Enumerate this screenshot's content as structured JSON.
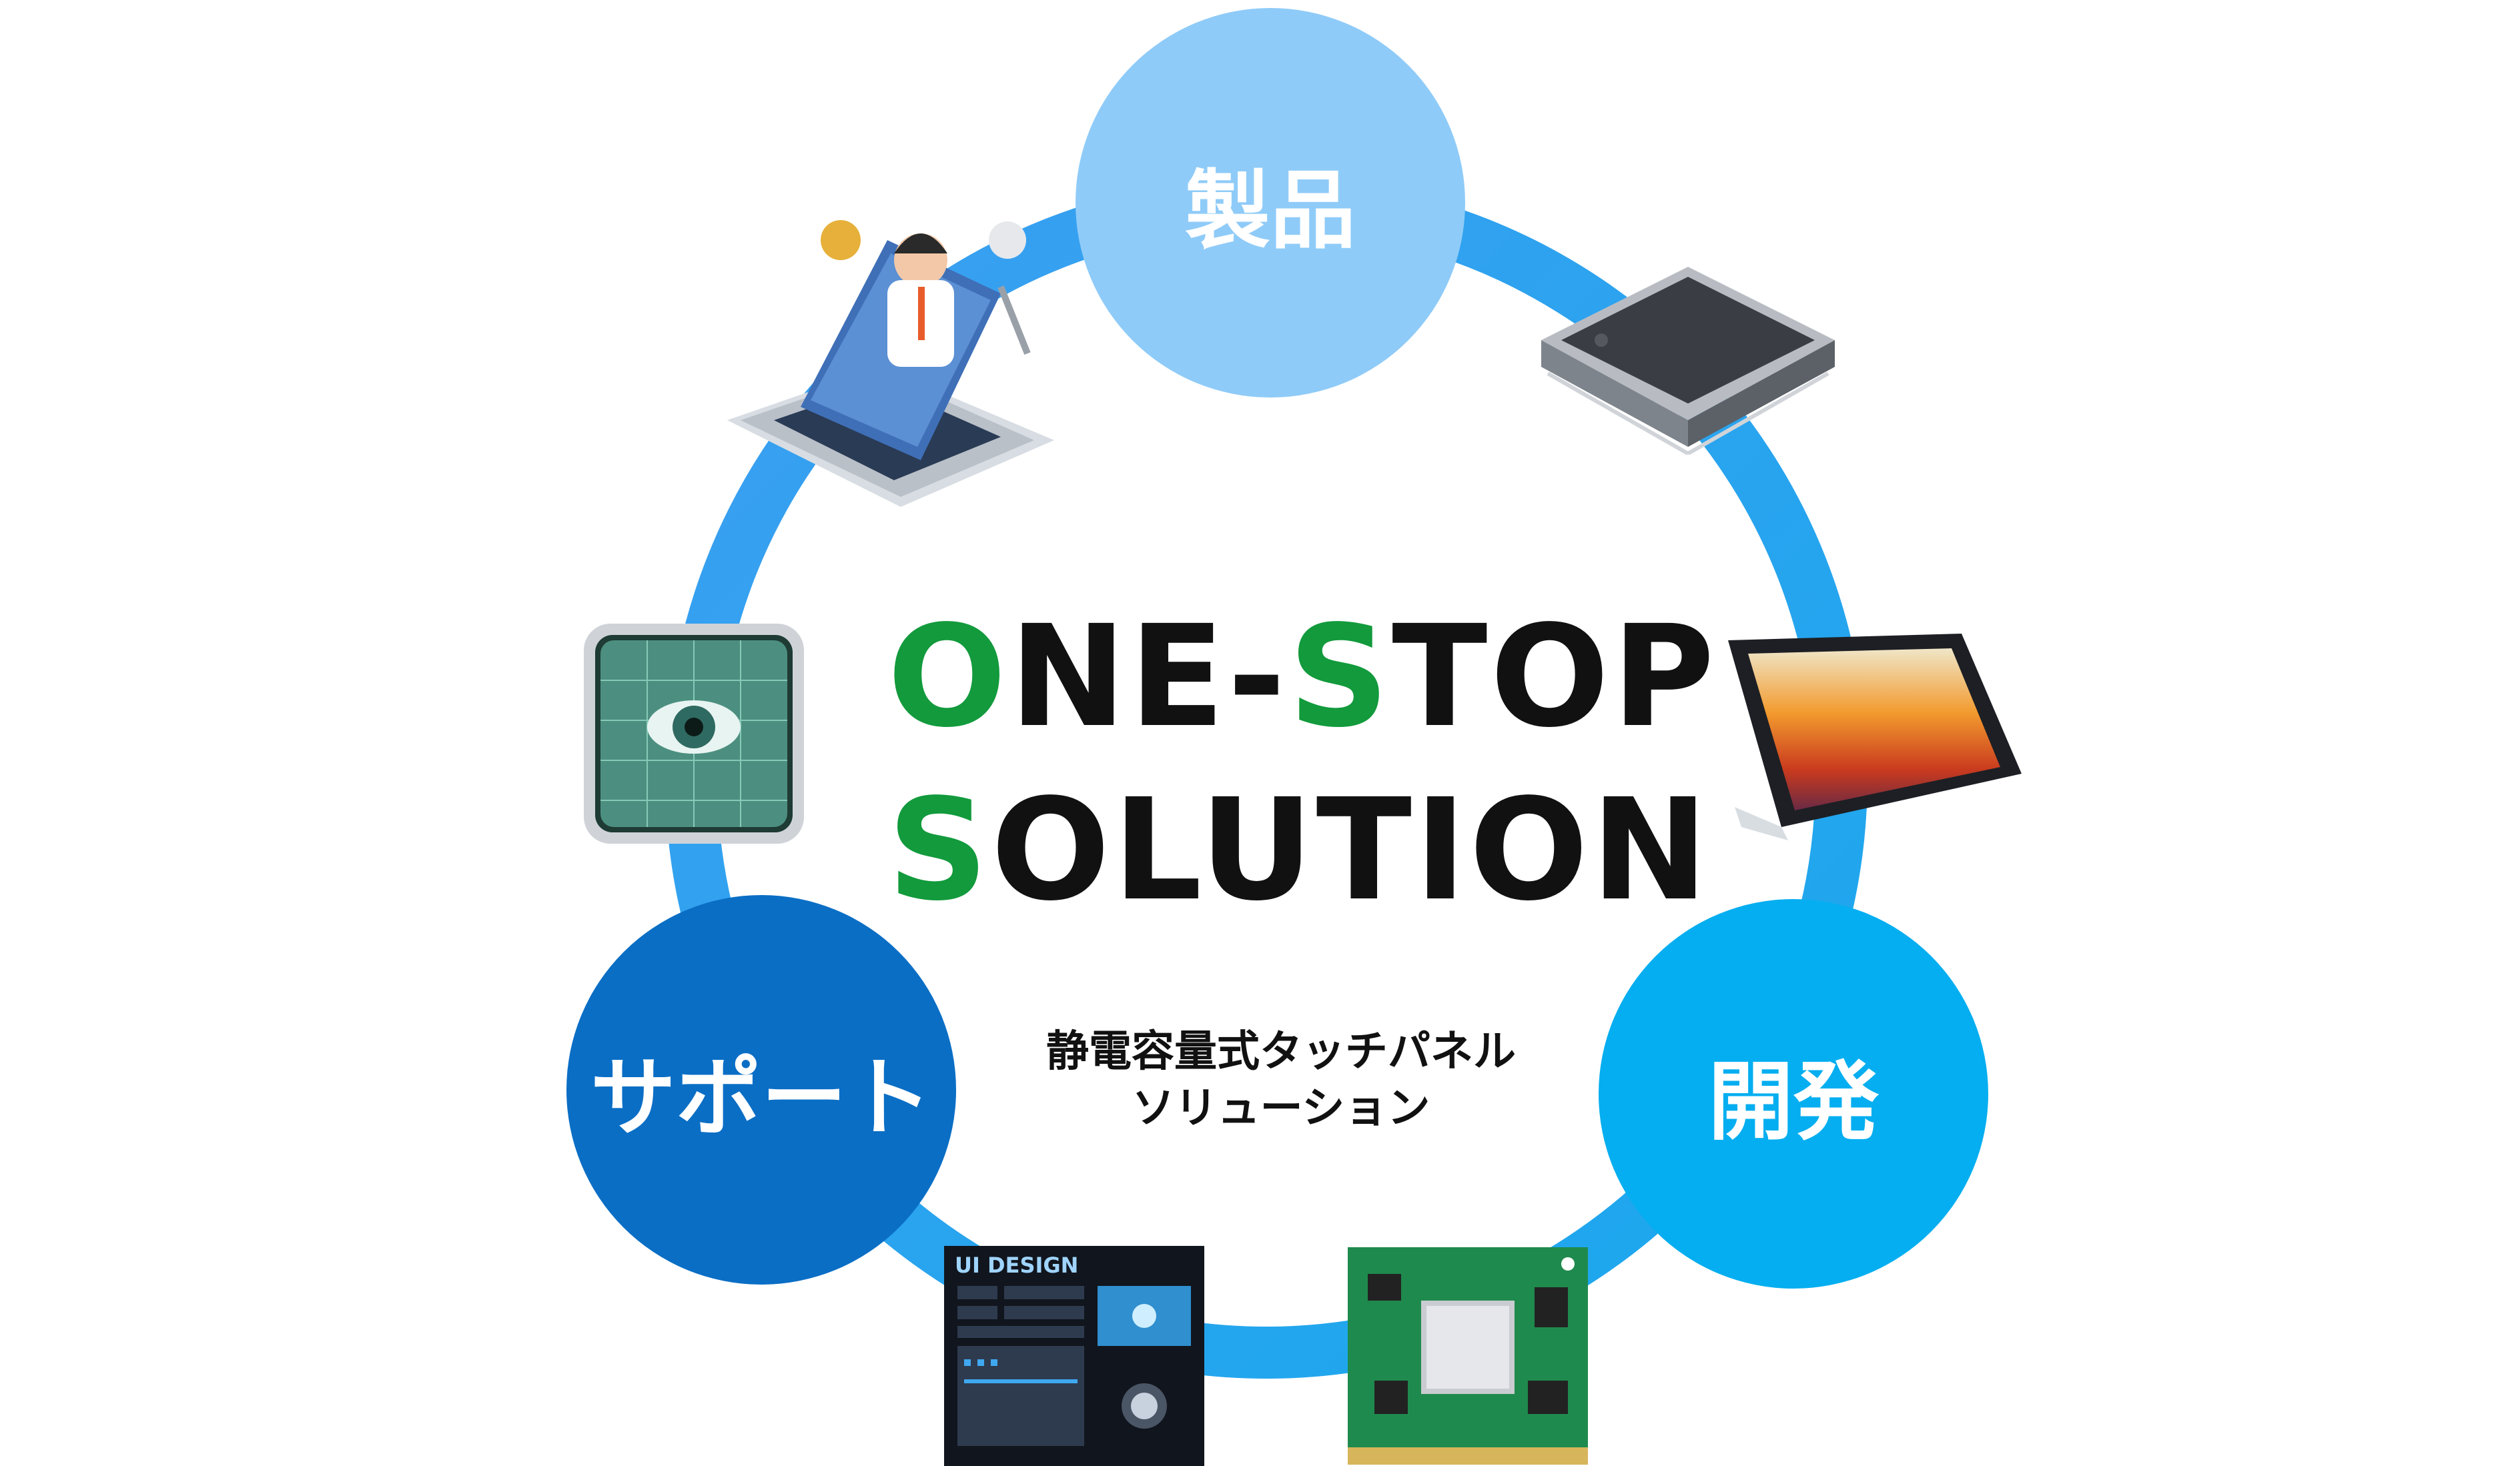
{
  "nodes": {
    "product": "製品",
    "development": "開発",
    "support": "サポート"
  },
  "title": {
    "line1_a": "O",
    "line1_b": "NE-",
    "line1_c": "S",
    "line1_d": "TOP",
    "line2_a": "S",
    "line2_b": "OLUTION"
  },
  "subtitle": {
    "line1": "静電容量式タッチパネル",
    "line2": "ソリューション"
  },
  "ui_design_label": "UI DESIGN",
  "colors": {
    "ring": "#22a2ec",
    "product": "#8fcbf8",
    "development": "#05aef0",
    "support": "#0a6ec5",
    "accent_green": "#129a3c"
  }
}
